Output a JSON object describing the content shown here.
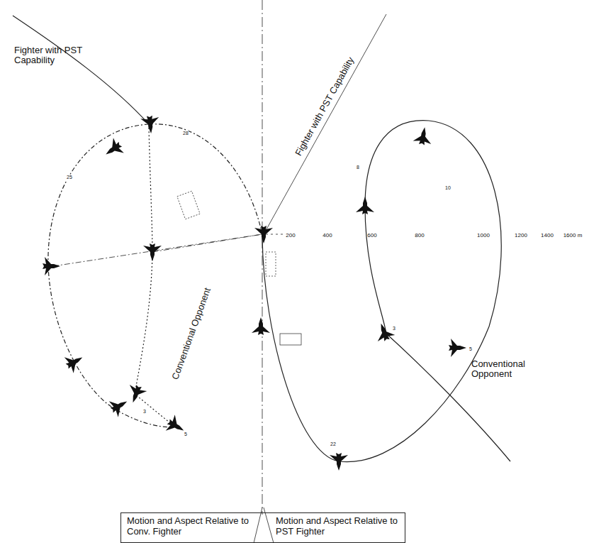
{
  "diagram": {
    "nodes": [
      {
        "text": [
          "Motion and Aspect Relative to Conv. Fighter",
          "Motion and Aspect Relative to PST Fighter"
        ]
      }
    ],
    "labels": [
      "Fighter with PST Capability",
      "Fighter with PST Capability",
      "Conventional Opponent",
      "Conventional Opponent",
      "200",
      "400",
      "600",
      "800",
      "1000",
      "1200",
      "1400",
      "1600 m",
      "28",
      "25",
      "8",
      "10",
      "3",
      "5",
      "22",
      "3",
      "5"
    ]
  }
}
